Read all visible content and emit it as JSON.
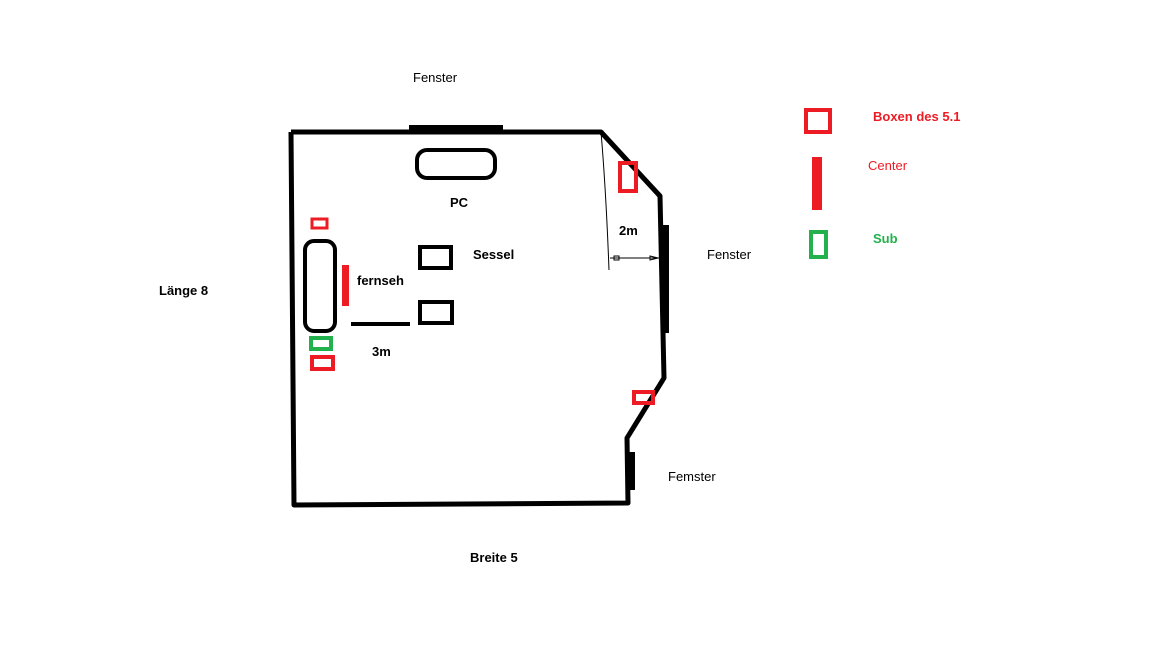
{
  "labels": {
    "window_top": "Fenster",
    "window_right": "Fenster",
    "window_bottom": "Femster",
    "pc": "PC",
    "chair": "Sessel",
    "tv": "fernseh",
    "dist_3m": "3m",
    "dist_2m": "2m",
    "length": "Länge 8",
    "width": "Breite 5"
  },
  "legend": {
    "speakers": "Boxen des 5.1",
    "center": "Center",
    "sub": "Sub"
  },
  "colors": {
    "speaker": "#ed1c24",
    "sub": "#22b14c",
    "wall": "#000000"
  }
}
